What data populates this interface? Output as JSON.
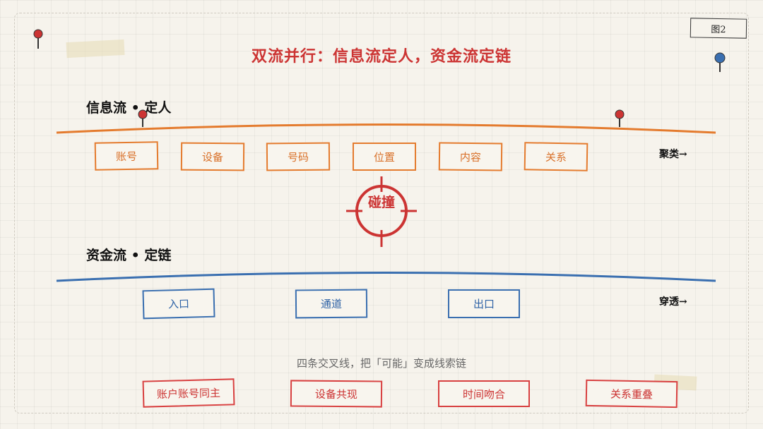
{
  "figure_label": "图2",
  "title": "双流并行：信息流定人，资金流定链",
  "info_flow": {
    "label": "信息流 • 定人",
    "items": [
      "账号",
      "设备",
      "号码",
      "位置",
      "内容",
      "关系"
    ],
    "side_label": "聚类→",
    "color": "#e47b2e"
  },
  "collision": {
    "label": "碰撞",
    "color": "#cc3433"
  },
  "fund_flow": {
    "label": "资金流 • 定链",
    "items": [
      "入口",
      "通道",
      "出口"
    ],
    "side_label": "穿透→",
    "color": "#3a6fb0"
  },
  "cross_lines": {
    "caption": "四条交叉线，把「可能」变成线索链",
    "items": [
      "账户账号同主",
      "设备共现",
      "时间吻合",
      "关系重叠"
    ]
  },
  "pins": {
    "red": "#cc3433",
    "blue": "#3a6fb0"
  }
}
